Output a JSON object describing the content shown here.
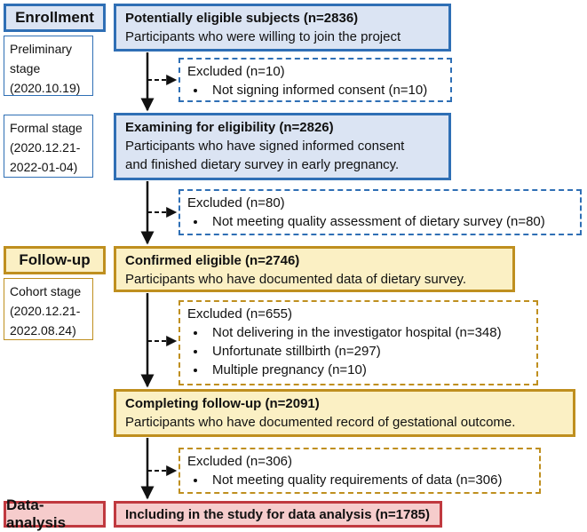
{
  "stages": {
    "enrollment": "Enrollment",
    "followup": "Follow-up",
    "analysis": "Data-analysis"
  },
  "notes": {
    "preliminary": [
      "Preliminary",
      "stage",
      "(2020.10.19)"
    ],
    "formal": [
      "Formal stage",
      "(2020.12.21-",
      "2022-01-04)"
    ],
    "cohort": [
      "Cohort stage",
      "(2020.12.21-",
      "2022.08.24)"
    ]
  },
  "boxes": {
    "potential": {
      "title": "Potentially eligible subjects (n=2836)",
      "desc": "Participants who were willing to join the project"
    },
    "examining": {
      "title": "Examining for eligibility (n=2826)",
      "desc1": "Participants who have signed informed consent",
      "desc2": "and finished dietary survey in early pregnancy."
    },
    "confirmed": {
      "title": "Confirmed eligible (n=2746)",
      "desc": "Participants who have documented data of dietary survey."
    },
    "completing": {
      "title": "Completing follow-up (n=2091)",
      "desc": "Participants who have documented record of gestational outcome."
    },
    "including": {
      "title": "Including in the study for data analysis (n=1785)"
    }
  },
  "exclusions": {
    "ex1": {
      "header": "Excluded (n=10)",
      "items": [
        "Not signing informed consent (n=10)"
      ]
    },
    "ex2": {
      "header": "Excluded (n=80)",
      "items": [
        "Not meeting quality assessment of dietary survey (n=80)"
      ]
    },
    "ex3": {
      "header": "Excluded (n=655)",
      "items": [
        "Not delivering in the investigator hospital (n=348)",
        "Unfortunate stillbirth (n=297)",
        "Multiple pregnancy (n=10)"
      ]
    },
    "ex4": {
      "header": "Excluded (n=306)",
      "items": [
        "Not meeting quality requirements of data (n=306)"
      ]
    }
  },
  "colors": {
    "blue_border": "#2f6fb5",
    "blue_fill": "#dbe4f3",
    "yellow_border": "#bf8f1f",
    "yellow_fill": "#fbf0c4",
    "red_border": "#c0393f",
    "red_fill": "#f6cccc"
  }
}
